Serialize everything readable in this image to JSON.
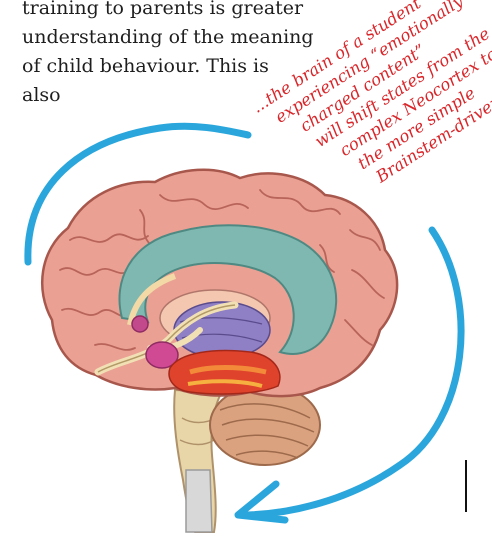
{
  "body_text": {
    "lines": [
      "training to parents is greater",
      "understanding of the meaning",
      "of child behaviour. This is",
      "also"
    ]
  },
  "annotation": {
    "lines": [
      "...the brain of a student",
      "experiencing “emotionally",
      "charged content”",
      "will shift states from the",
      "complex Neocortex to",
      "the more simple",
      "Brainstem-driven"
    ]
  },
  "colors": {
    "arrow": "#2aa6dc",
    "annotation_text": "#d9262a",
    "cortex": "#eaa093",
    "limbic": "#7fb8b0",
    "cerebellum": "#d9a07e",
    "brainstem": "#e8d6a8"
  },
  "icons": {
    "brain": "brain-sagittal-illustration"
  }
}
